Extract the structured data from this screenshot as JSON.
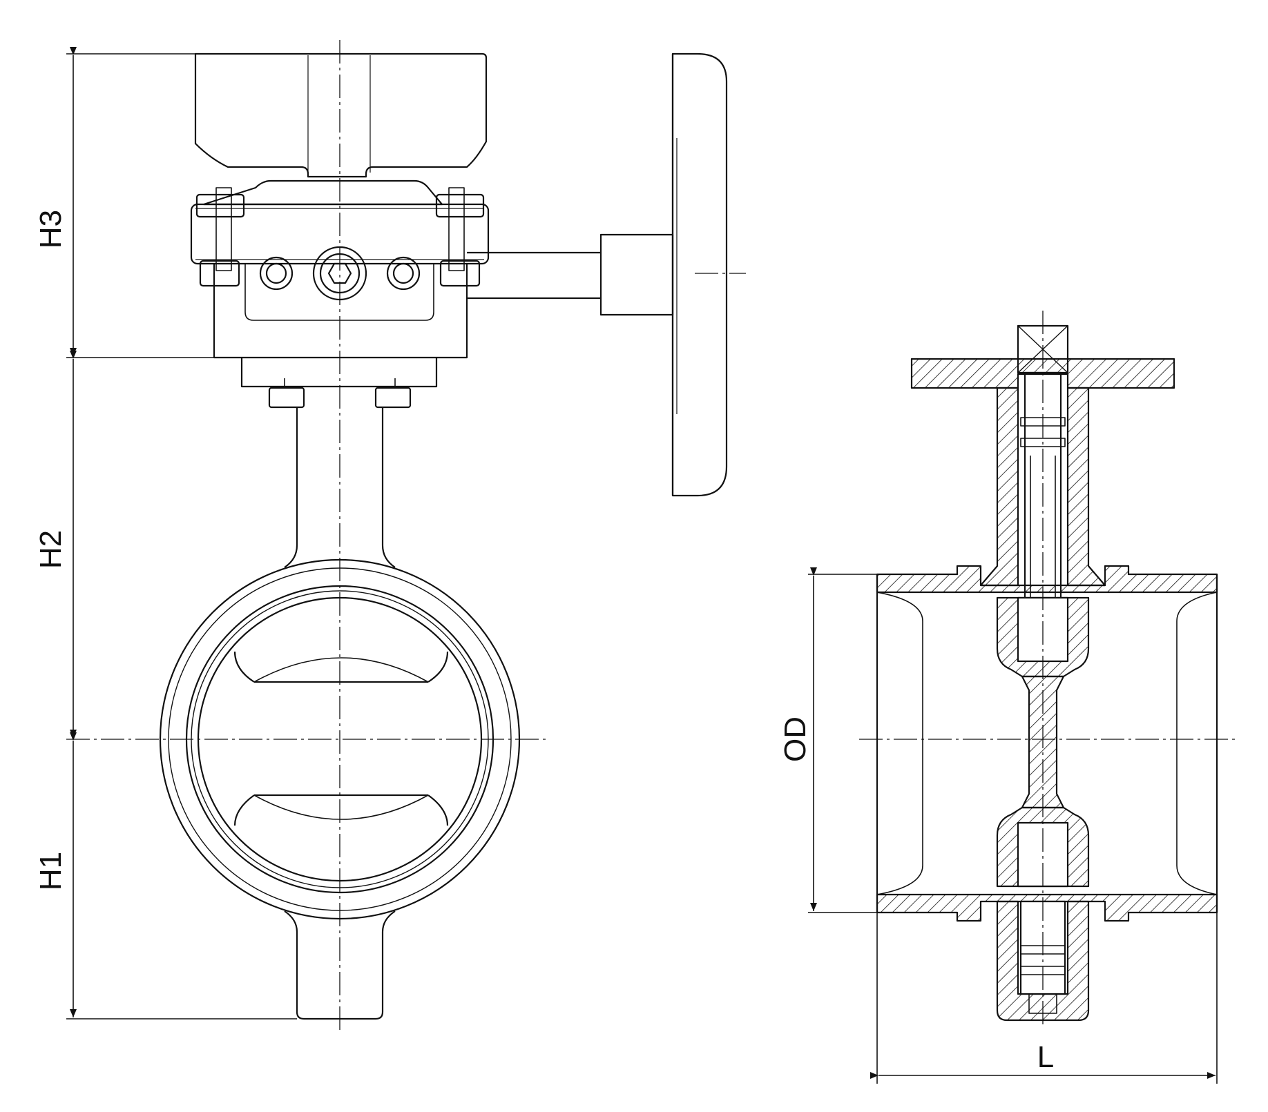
{
  "colors": {
    "line": "#111111",
    "background": "#ffffff"
  },
  "dimensions": {
    "h1": "H1",
    "h2": "H2",
    "h3": "H3",
    "od": "OD",
    "l": "L"
  }
}
